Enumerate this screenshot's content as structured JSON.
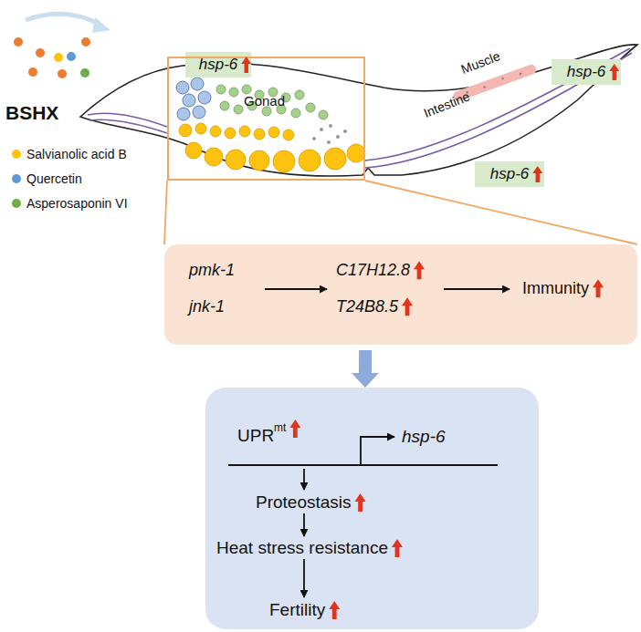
{
  "diagram": {
    "nodes": [
      {
        "text": [
          "hsp-6"
        ]
      },
      {
        "text": [
          "Gonad"
        ]
      },
      {
        "text": [
          "hsp-6"
        ]
      },
      {
        "text": [
          "hsp-6"
        ]
      },
      {
        "text": [
          "pmk-1",
          "jnk-1",
          "C17H12.8",
          "T24B8.5",
          "Immunity"
        ]
      },
      {
        "text": [
          "UPR",
          "mt",
          "hsp-6",
          "Proteostasis",
          "Heat stress resistance",
          "Fertility"
        ]
      }
    ],
    "edges": [
      {
        "from": 1,
        "to": 4,
        "arrow": "none"
      },
      {
        "from": 1,
        "to": 4,
        "arrow": "none"
      },
      {
        "from": 4,
        "to": 5,
        "arrow": "to"
      }
    ],
    "labels": [
      "BSHX",
      "Muscle",
      "Intestine"
    ],
    "legend": [
      {
        "text": "Salvianolic acid B",
        "color": "#ffc20e"
      },
      {
        "text": "Quercetin",
        "color": "#5b9bd5"
      },
      {
        "text": "Asperosaponin VI",
        "color": "#70ad47"
      }
    ]
  }
}
